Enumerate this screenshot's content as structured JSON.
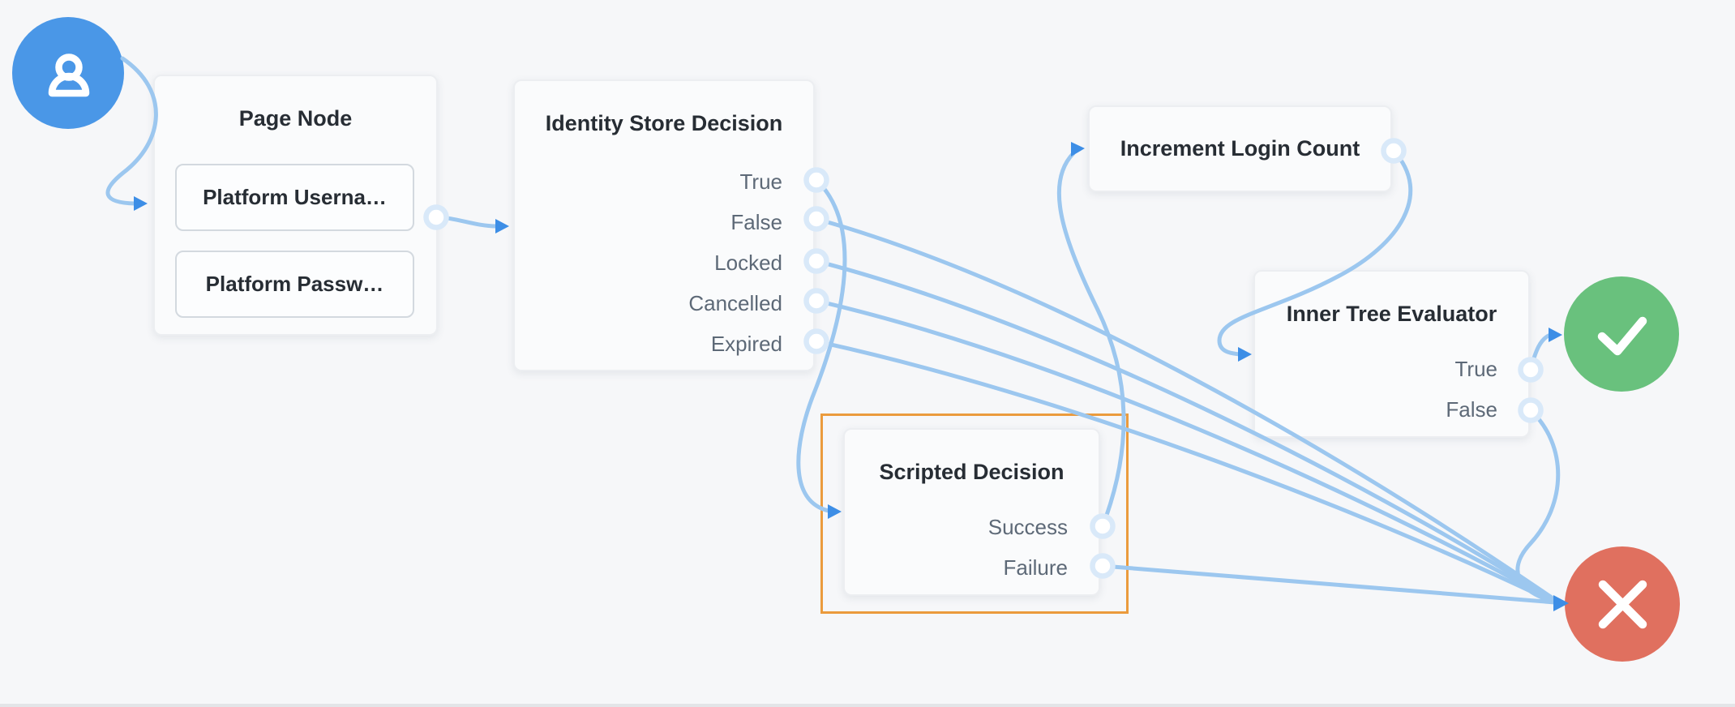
{
  "colors": {
    "canvas_bg": "#f6f7f9",
    "edge": "#9cc7ef",
    "arrow": "#3d8ee6",
    "start_node": "#4a97e7",
    "success_node": "#69c17d",
    "failure_node": "#e0705f",
    "selection_border": "#eb9b3d",
    "node_bg": "#fafbfc",
    "title_text": "#272d34",
    "outcome_text": "#5d6977"
  },
  "nodes": {
    "start": {
      "icon": "user-icon"
    },
    "page_node": {
      "title": "Page Node",
      "children": [
        {
          "label": "Platform Userna…"
        },
        {
          "label": "Platform Passw…"
        }
      ]
    },
    "identity_store_decision": {
      "title": "Identity Store Decision",
      "outcomes": [
        "True",
        "False",
        "Locked",
        "Cancelled",
        "Expired"
      ]
    },
    "increment_login_count": {
      "title": "Increment Login Count"
    },
    "inner_tree_evaluator": {
      "title": "Inner Tree Evaluator",
      "outcomes": [
        "True",
        "False"
      ]
    },
    "scripted_decision": {
      "title": "Scripted Decision",
      "outcomes": [
        "Success",
        "Failure"
      ],
      "selected": true
    },
    "success": {
      "icon": "check-icon"
    },
    "failure": {
      "icon": "x-icon"
    }
  },
  "edges": [
    {
      "from": "start",
      "to": "page_node"
    },
    {
      "from": "page_node",
      "to": "identity_store_decision"
    },
    {
      "from": "identity_store_decision:True",
      "to": "scripted_decision"
    },
    {
      "from": "identity_store_decision:False",
      "to": "failure"
    },
    {
      "from": "identity_store_decision:Locked",
      "to": "failure"
    },
    {
      "from": "identity_store_decision:Cancelled",
      "to": "failure"
    },
    {
      "from": "identity_store_decision:Expired",
      "to": "failure"
    },
    {
      "from": "scripted_decision:Success",
      "to": "increment_login_count"
    },
    {
      "from": "scripted_decision:Failure",
      "to": "failure"
    },
    {
      "from": "increment_login_count",
      "to": "inner_tree_evaluator"
    },
    {
      "from": "inner_tree_evaluator:True",
      "to": "success"
    },
    {
      "from": "inner_tree_evaluator:False",
      "to": "failure"
    }
  ]
}
